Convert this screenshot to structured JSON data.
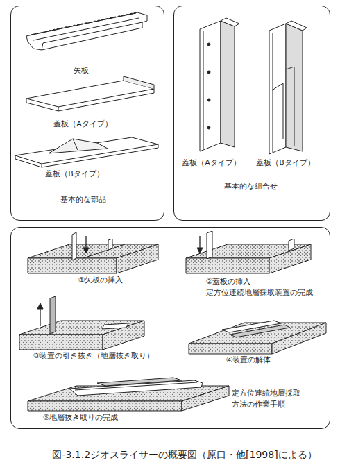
{
  "diagram": {
    "caption": "図-3.1.2ジオスライサーの概要図（原口・他[1998]による）",
    "nodes": [
      {
        "text": [
          "矢板",
          "蓋板（Aタイプ）",
          "蓋板（Bタイプ）",
          "基本的な部品"
        ]
      },
      {
        "text": [
          "蓋板（Aタイプ）",
          "蓋板（Bタイプ）",
          "基本的な組合せ"
        ]
      },
      {
        "text": [
          "①矢板の挿入",
          "②蓋板の挿入 定方位連続地層採取装置の完成",
          "③装置の引き抜き（地層抜き取り）",
          "④装置の解体",
          "⑤地層抜き取りの完成",
          "定方位連続地層採取 方法の作業手順"
        ]
      }
    ]
  }
}
